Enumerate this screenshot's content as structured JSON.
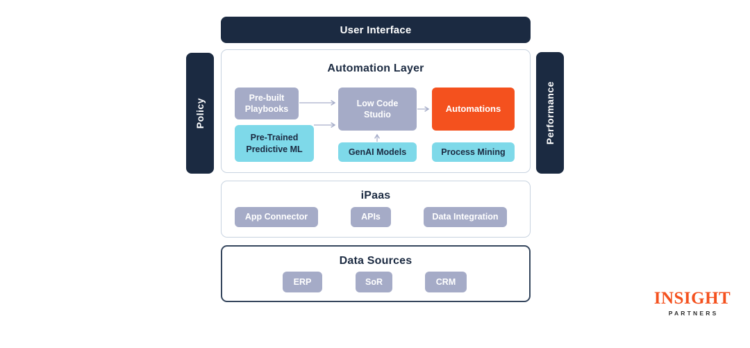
{
  "colors": {
    "navy": "#1b2a41",
    "slate": "#a5abc7",
    "cyan": "#7ed9e9",
    "orange": "#f4511e",
    "panel_border_light": "#c8d3e0",
    "panel_border_dark": "#35465d",
    "arrow": "#a6adc9",
    "logo_orange": "#f4511e",
    "logo_sub_gray": "#2d2d2d"
  },
  "top_bar": {
    "label": "User Interface"
  },
  "rails": {
    "policy": "Policy",
    "performance": "Performance"
  },
  "automation_layer": {
    "title": "Automation Layer",
    "prebuilt_playbooks": "Pre-built Playbooks",
    "low_code_studio": "Low Code Studio",
    "automations": "Automations",
    "pretrained_ml": "Pre-Trained Predictive ML",
    "genai_models": "GenAI Models",
    "process_mining": "Process Mining"
  },
  "ipaas": {
    "title": "iPaas",
    "items": [
      {
        "label": "App Connector"
      },
      {
        "label": "APIs"
      },
      {
        "label": "Data Integration"
      }
    ]
  },
  "data_sources": {
    "title": "Data Sources",
    "items": [
      {
        "label": "ERP"
      },
      {
        "label": "SoR"
      },
      {
        "label": "CRM"
      }
    ]
  },
  "connections": [
    {
      "from": "Pre-built Playbooks",
      "to": "Low Code Studio"
    },
    {
      "from": "Pre-Trained Predictive ML",
      "to": "Low Code Studio"
    },
    {
      "from": "GenAI Models",
      "to": "Low Code Studio"
    },
    {
      "from": "Low Code Studio",
      "to": "Automations"
    }
  ],
  "logo": {
    "name": "INSIGHT",
    "sub": "PARTNERS"
  }
}
